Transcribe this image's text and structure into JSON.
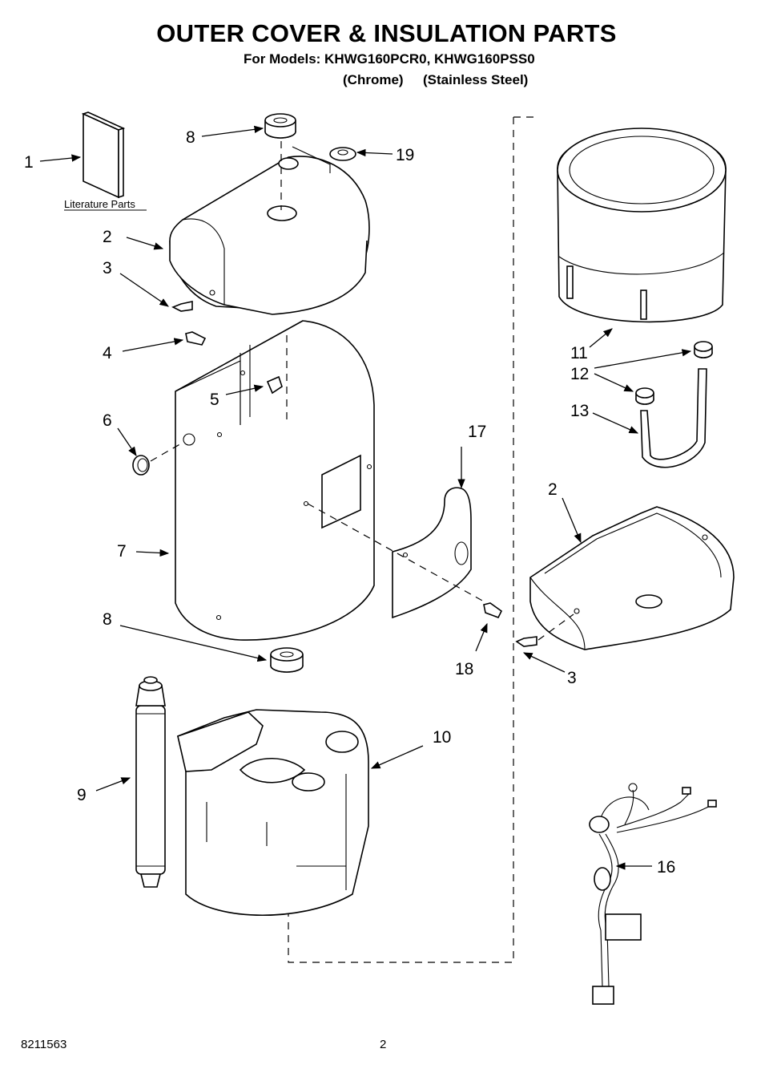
{
  "header": {
    "title": "OUTER COVER & INSULATION PARTS",
    "subtitle": "For Models: KHWG160PCR0, KHWG160PSS0",
    "variant_chrome": "(Chrome)",
    "variant_stainless": "(Stainless Steel)"
  },
  "literature_label": "Literature Parts",
  "callouts": {
    "c1": "1",
    "c2a": "2",
    "c2b": "2",
    "c3a": "3",
    "c3b": "3",
    "c4": "4",
    "c5": "5",
    "c6": "6",
    "c7": "7",
    "c8a": "8",
    "c8b": "8",
    "c9": "9",
    "c10": "10",
    "c11": "11",
    "c12": "12",
    "c13": "13",
    "c16": "16",
    "c17": "17",
    "c18": "18",
    "c19": "19"
  },
  "footer": {
    "doc_number": "8211563",
    "page_number": "2"
  }
}
